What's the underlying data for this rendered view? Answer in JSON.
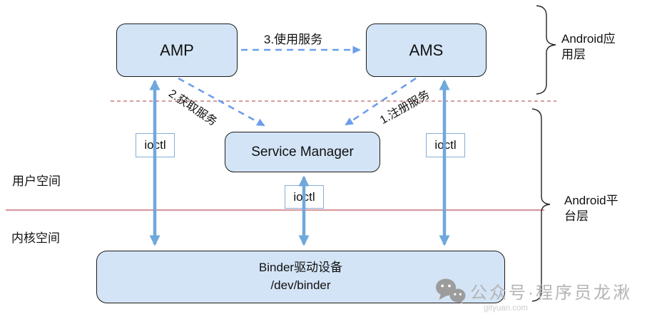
{
  "diagram": {
    "nodes": {
      "amp": {
        "label": "AMP"
      },
      "ams": {
        "label": "AMS"
      },
      "service_manager": {
        "label": "Service Manager"
      },
      "binder_driver": {
        "line1": "Binder驱动设备",
        "line2": "/dev/binder"
      }
    },
    "ioctl": {
      "left": "ioctl",
      "middle": "ioctl",
      "right": "ioctl"
    },
    "edges": {
      "use_service": "3.使用服务",
      "get_service": "2.获取服务",
      "register_service": "1.注册服务"
    },
    "spaces": {
      "user": "用户空间",
      "kernel": "内核空间"
    },
    "layers": {
      "app": {
        "line1": "Android应",
        "line2": "用层"
      },
      "platform": {
        "line1": "Android平",
        "line2": "台层"
      }
    },
    "colors": {
      "node_fill": "#d3e4f6",
      "node_border": "#1c1c1c",
      "solid_arrow": "#6fa8dc",
      "dashed_arrow": "#6d9eeb",
      "ioctl_border": "#85aed6",
      "divider_dashed": "#c97f7f",
      "divider_solid": "#d79aa0"
    }
  },
  "watermark": {
    "brand": "公众号·程序员龙湫",
    "site": "gityuan.com"
  }
}
